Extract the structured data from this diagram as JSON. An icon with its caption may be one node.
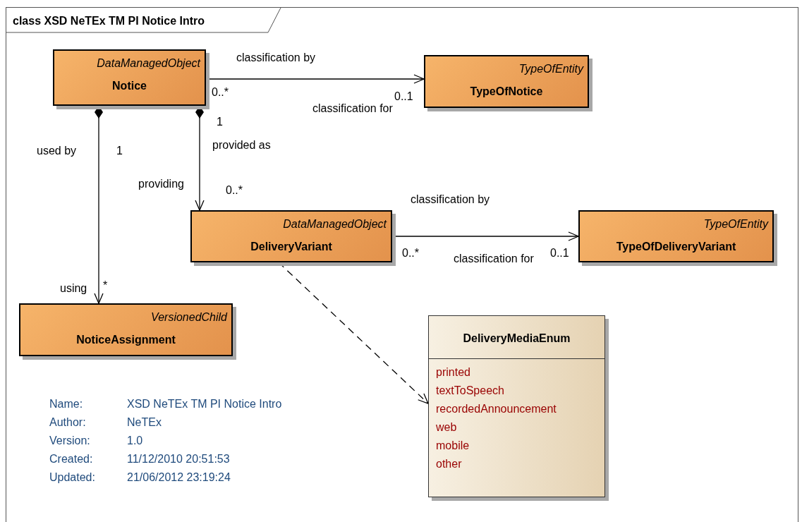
{
  "diagram": {
    "title": "class XSD NeTEx TM PI Notice Intro",
    "nodes": [
      {
        "text": [
          "DataManagedObject",
          "Notice"
        ]
      },
      {
        "text": [
          "TypeOfEntity",
          "TypeOfNotice"
        ]
      },
      {
        "text": [
          "DataManagedObject",
          "DeliveryVariant"
        ]
      },
      {
        "text": [
          "TypeOfEntity",
          "TypeOfDeliveryVariant"
        ]
      },
      {
        "text": [
          "VersionedChild",
          "NoticeAssignment"
        ]
      },
      {
        "text": [
          "DeliveryMediaEnum",
          "printed",
          "textToSpeech",
          "recordedAnnouncement",
          "web",
          "mobile",
          "other"
        ]
      }
    ],
    "edges": [
      {
        "from": 0,
        "to": 1,
        "arrow": "to"
      },
      {
        "from": 0,
        "to": 2,
        "arrow": "to"
      },
      {
        "from": 0,
        "to": 4,
        "arrow": "to"
      },
      {
        "from": 2,
        "to": 3,
        "arrow": "to"
      },
      {
        "from": 2,
        "to": 5,
        "arrow": "to",
        "style": "dashed"
      }
    ],
    "labels": [
      "classification by",
      "0..*",
      "0..1",
      "classification for",
      "1",
      "used by",
      "1",
      "provided as",
      "providing",
      "0..*",
      "classification by",
      "0..*",
      "0..1",
      "classification for",
      "using",
      "*",
      "Name:",
      "XSD NeTEx TM PI Notice Intro",
      "Author:",
      "NeTEx",
      "Version:",
      "1.0",
      "Created:",
      "11/12/2010 20:51:53",
      "Updated:",
      "21/06/2012 23:19:24"
    ]
  }
}
